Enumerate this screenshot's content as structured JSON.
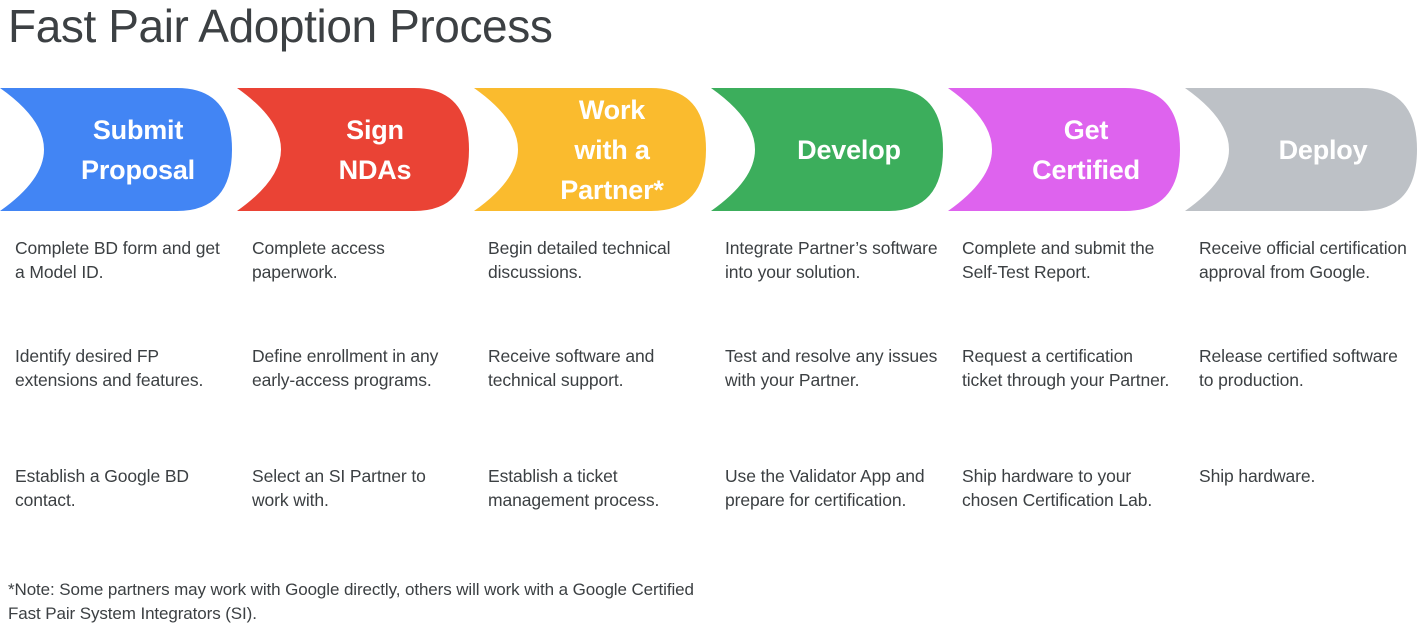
{
  "title": "Fast Pair Adoption Process",
  "banner": {
    "steps": [
      {
        "name": "submit-proposal",
        "lines": [
          "Submit",
          "Proposal"
        ],
        "color": "#4285F4",
        "label_color": "#FFFFFF"
      },
      {
        "name": "sign-ndas",
        "lines": [
          "Sign",
          "NDAs"
        ],
        "color": "#EA4335",
        "label_color": "#FFFFFF"
      },
      {
        "name": "work-with-a-partner",
        "lines": [
          "Work",
          "with a",
          "Partner*"
        ],
        "color": "#FABB2E",
        "label_color": "#FFFFFF"
      },
      {
        "name": "develop",
        "lines": [
          "Develop"
        ],
        "color": "#3CAE5C",
        "label_color": "#FFFFFF"
      },
      {
        "name": "get-certified",
        "lines": [
          "Get",
          "Certified"
        ],
        "color": "#DE63EE",
        "label_color": "#FFFFFF"
      },
      {
        "name": "deploy",
        "lines": [
          "Deploy"
        ],
        "color": "#BDC1C6",
        "label_color": "#FFFFFF"
      }
    ]
  },
  "columns": [
    {
      "step": "Submit Proposal",
      "bullets": [
        "Complete BD form and get a Model ID.",
        "Identify desired FP extensions and features.",
        "Establish a Google BD contact."
      ]
    },
    {
      "step": "Sign NDAs",
      "bullets": [
        "Complete access paperwork.",
        "Define enrollment in any early-access programs.",
        "Select an SI Partner to work with."
      ]
    },
    {
      "step": "Work with a Partner",
      "bullets": [
        "Begin detailed technical discussions.",
        "Receive software and technical support.",
        "Establish a ticket management process."
      ]
    },
    {
      "step": "Develop",
      "bullets": [
        "Integrate Partner’s software into your solution.",
        "Test and resolve any issues with your Partner.",
        "Use the Validator App and prepare for certification."
      ]
    },
    {
      "step": "Get Certified",
      "bullets": [
        "Complete and submit the Self-Test Report.",
        "Request a certification ticket through your Partner.",
        "Ship hardware to your chosen Certification Lab."
      ]
    },
    {
      "step": "Deploy",
      "bullets": [
        "Receive official certification approval from Google.",
        "Release certified software to production.",
        "Ship hardware."
      ]
    }
  ],
  "footnote": "*Note: Some partners may work with Google directly, others will work with a Google Certified Fast Pair System Integrators (SI)."
}
